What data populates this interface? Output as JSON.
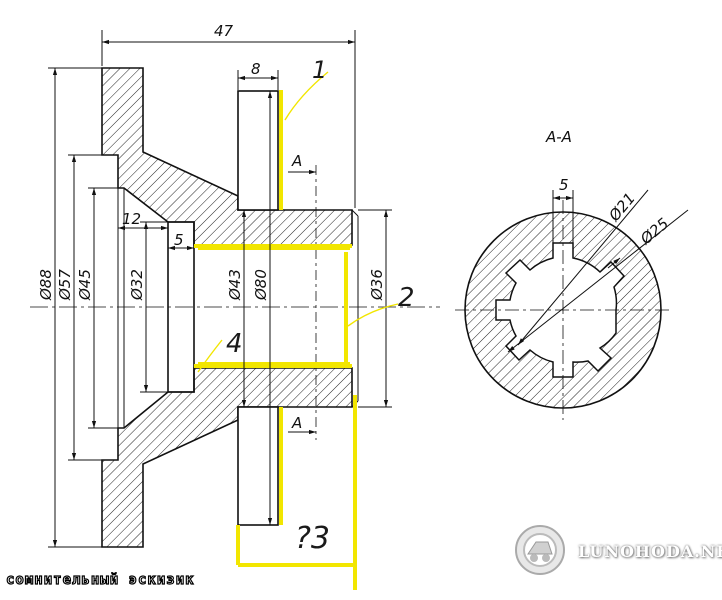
{
  "drawing": {
    "dimensions": {
      "overall_length": "47",
      "flange_thickness": "8",
      "bore_depth": "12",
      "recess_depth": "5",
      "dia_88": "Ø88",
      "dia_57": "Ø57",
      "dia_45": "Ø45",
      "dia_32": "Ø32",
      "dia_43": "Ø43",
      "dia_80": "Ø80",
      "dia_36": "Ø36"
    },
    "section_marks": {
      "top": "A",
      "bottom": "A"
    },
    "section_view": {
      "title": "A-A",
      "slot_width": "5",
      "dia_21": "Ø21",
      "dia_25": "Ø25"
    },
    "annotations": {
      "n1": "1",
      "n2": "2",
      "n3": "?3",
      "n4": "4"
    },
    "colors": {
      "highlight": "#f2e600",
      "line": "#111111"
    }
  },
  "caption": "сомнительный эскизик",
  "watermark": "LUNOHODA.NET"
}
